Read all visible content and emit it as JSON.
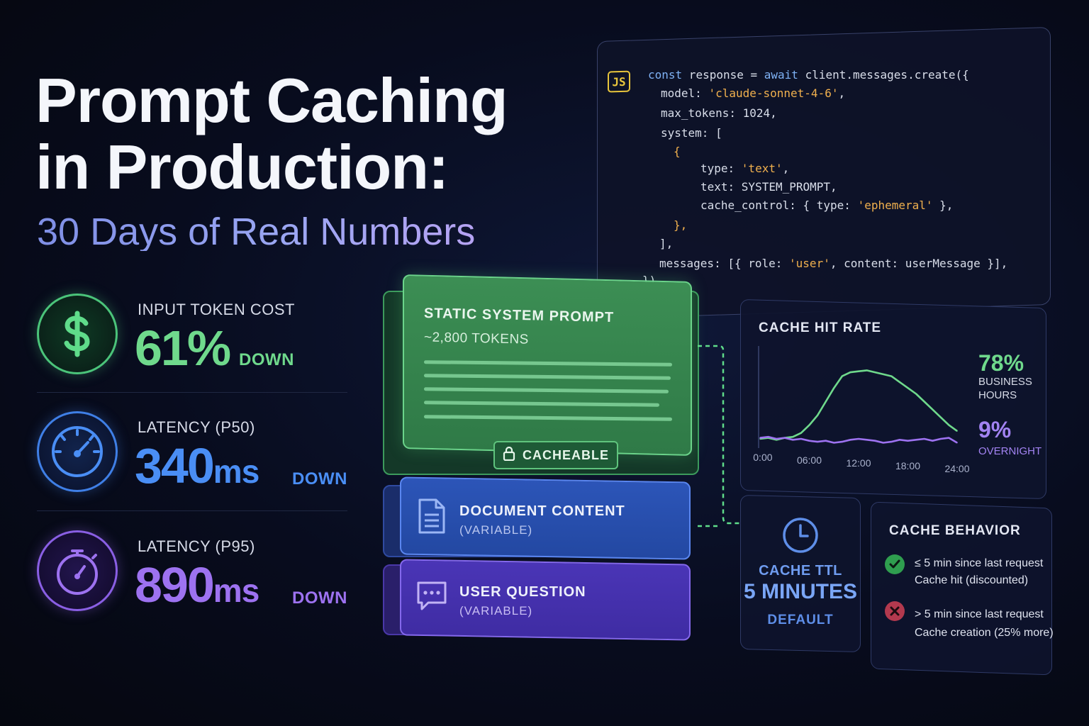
{
  "title": {
    "line1": "Prompt Caching",
    "line2": "in Production:",
    "subtitle": "30 Days of Real Numbers"
  },
  "metrics": [
    {
      "label": "INPUT TOKEN COST",
      "value": "61%",
      "unit": "",
      "trend": "DOWN",
      "icon": "dollar-icon",
      "color": "#6fd98c"
    },
    {
      "label": "LATENCY (P50)",
      "value": "340",
      "unit": "ms",
      "trend": "DOWN",
      "icon": "speedometer-icon",
      "color": "#4a8ef5"
    },
    {
      "label": "LATENCY (P95)",
      "value": "890",
      "unit": "ms",
      "trend": "DOWN",
      "icon": "stopwatch-icon",
      "color": "#9d72f0"
    }
  ],
  "code": {
    "badge": "JS",
    "line1": {
      "kw1": "const",
      "mid1": " response = ",
      "kw2": "await",
      "rest": " client.messages.create({"
    },
    "line2": {
      "pre": "model: ",
      "str": "'claude-sonnet-4-6'",
      "post": ","
    },
    "line3": "max_tokens: 1024,",
    "line4": "system: [",
    "line5": "{",
    "line6": {
      "pre": "type: ",
      "str": "'text'",
      "post": ","
    },
    "line7": "text: SYSTEM_PROMPT,",
    "line8": {
      "pre": "cache_control: { type: ",
      "str": "'ephemeral'",
      "post": " },"
    },
    "line9": "},",
    "line10": "],",
    "line11": {
      "pre": "messages: [{ role: ",
      "str": "'user'",
      "post": ", content: userMessage }],"
    },
    "line12": "})"
  },
  "blocks": {
    "static": {
      "title": "STATIC SYSTEM PROMPT",
      "tokens": "~2,800 TOKENS",
      "badge": "CACHEABLE",
      "badge_icon": "lock-icon"
    },
    "document": {
      "title": "DOCUMENT CONTENT",
      "sub": "(VARIABLE)",
      "icon": "document-icon"
    },
    "question": {
      "title": "USER QUESTION",
      "sub": "(VARIABLE)",
      "icon": "chat-bubble-icon"
    }
  },
  "cache_hit_rate": {
    "title": "CACHE HIT RATE",
    "business_value": "78%",
    "business_label": "BUSINESS HOURS",
    "overnight_value": "9%",
    "overnight_label": "OVERNIGHT"
  },
  "cache_ttl": {
    "icon": "clock-icon",
    "label": "CACHE TTL",
    "value": "5 MINUTES",
    "note": "DEFAULT"
  },
  "cache_behavior": {
    "title": "CACHE BEHAVIOR",
    "rows": [
      {
        "icon": "check-icon",
        "color": "#4fc06a",
        "line1": "≤ 5 min since last request",
        "line2": "Cache hit (discounted)"
      },
      {
        "icon": "x-icon",
        "color": "#e0566a",
        "line1": "> 5 min since last request",
        "line2": "Cache creation (25% more)"
      }
    ]
  },
  "chart_data": {
    "type": "line",
    "title": "CACHE HIT RATE",
    "x_ticks": [
      "00:00",
      "06:00",
      "12:00",
      "18:00",
      "24:00"
    ],
    "x": [
      0,
      1,
      2,
      3,
      4,
      5,
      6,
      7,
      8,
      9,
      10,
      11,
      12,
      13,
      14,
      15,
      16,
      17,
      18,
      19,
      20,
      21,
      22,
      23,
      24
    ],
    "series": [
      {
        "name": "BUSINESS HOURS",
        "color": "#6fd98c",
        "values": [
          8,
          9,
          7,
          9,
          10,
          14,
          22,
          32,
          46,
          60,
          72,
          76,
          77,
          78,
          76,
          74,
          72,
          66,
          60,
          54,
          46,
          38,
          30,
          22,
          16
        ]
      },
      {
        "name": "OVERNIGHT",
        "color": "#9d72f0",
        "values": [
          9,
          10,
          8,
          9,
          7,
          8,
          6,
          5,
          6,
          4,
          5,
          7,
          8,
          7,
          6,
          4,
          5,
          7,
          6,
          7,
          8,
          6,
          8,
          9,
          4
        ]
      }
    ],
    "ylim": [
      0,
      100
    ],
    "grid": false,
    "legend": "right"
  }
}
